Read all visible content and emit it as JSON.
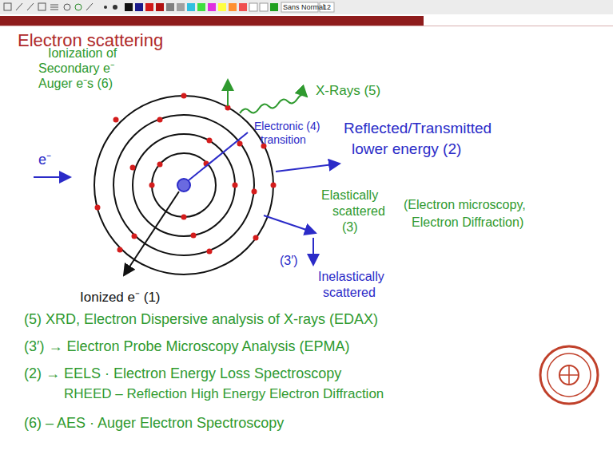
{
  "diagram": {
    "title": "Electron scattering",
    "labels": [
      "Sans Normal",
      "12",
      "Ionization of",
      "Secondary e⁻",
      "Auger e⁻s (6)",
      "X-Rays (5)",
      "Electronic (4)",
      "transition",
      "e⁻",
      "Reflected/Transmitted",
      "lower energy (2)",
      "Elastically",
      "scattered",
      "(3)",
      "(Electron microscopy,",
      "Electron Diffraction)",
      "Ionized e⁻ (1)",
      "(3′)",
      "Inelastically",
      "scattered",
      "(5) XRD, Electron Dispersive analysis of X-rays (EDAX)",
      "(3′) → Electron Probe Microscopy Analysis (EPMA)",
      "(2) → EELS · Electron Energy Loss Spectroscopy",
      "RHEED – Reflection High Energy Electron Diffraction",
      "(6) – AES · Auger Electron Spectroscopy"
    ]
  }
}
